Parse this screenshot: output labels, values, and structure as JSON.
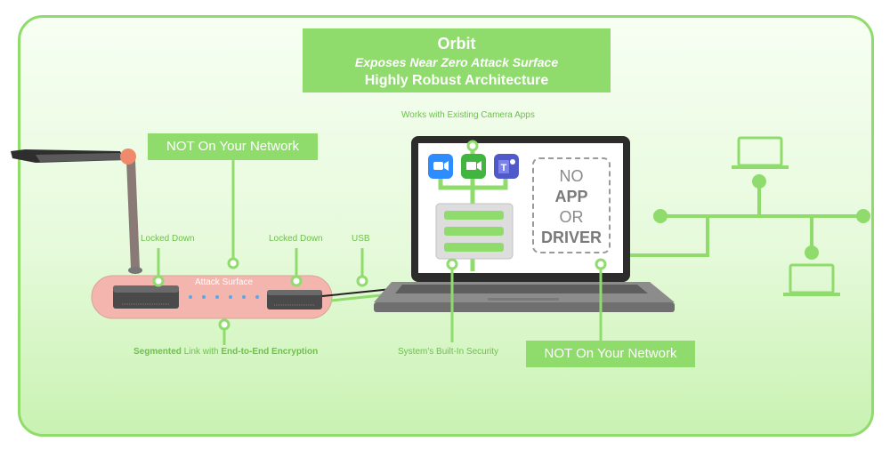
{
  "header": {
    "title": "Orbit",
    "subtitle": "Exposes Near Zero Attack Surface",
    "tagline": "Highly Robust Architecture"
  },
  "labels": {
    "not_on_network_top": "NOT On Your Network",
    "not_on_network_bottom": "NOT On Your Network",
    "locked_down_left": "Locked Down",
    "locked_down_right": "Locked Down",
    "usb": "USB",
    "attack_surface": "Attack Surface",
    "works_with_apps": "Works with Existing Camera Apps",
    "builtin_security": "System's Built-In Security",
    "link_segmented": "Segmented",
    "link_middle": " Link with ",
    "link_encryption": "End-to-End Encryption"
  },
  "no_app_box": {
    "line1": "NO",
    "line2": "APP",
    "line3": "OR",
    "line4": "DRIVER"
  },
  "icons": [
    "zoom-app-icon",
    "camera-app-icon",
    "teams-app-icon",
    "laptop-icon",
    "document-camera-icon"
  ],
  "colors": {
    "accent_green": "#8fdc6c",
    "label_green": "#6cc24a",
    "attack_surface_fill": "#f3b5ad",
    "zoom_blue": "#2d8cff",
    "teams_purple": "#5059c9"
  }
}
